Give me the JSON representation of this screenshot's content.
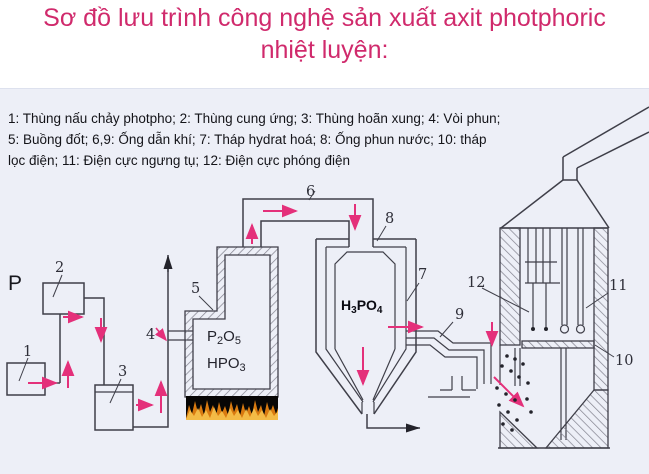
{
  "title": {
    "line1": "Sơ đồ lưu trình công nghệ sản xuất axit photphoric",
    "line2": "nhiệt luyện:"
  },
  "legend": {
    "line1": "1: Thùng nấu chảy photpho; 2: Thùng cung ứng; 3: Thùng hoãn xung; 4: Vòi phun;",
    "line2": "5: Buồng đốt; 6,9: Ống dẫn khí; 7: Tháp hydrat hoá; 8: Ống phun nước; 10: tháp",
    "line3": "lọc điện; 11: Điện cực ngưng tụ; 12: Điện cực phóng điện"
  },
  "diagram": {
    "input_label": "P",
    "markers": {
      "n1": "1",
      "n2": "2",
      "n3": "3",
      "n4": "4",
      "n5": "5",
      "n6": "6",
      "n7": "7",
      "n8": "8",
      "n9": "9",
      "n10": "10",
      "n11": "11",
      "n12": "12"
    },
    "formulas": {
      "p2o5": {
        "s1": "P",
        "s2": "2",
        "s3": "O",
        "s4": "5"
      },
      "hpo3": {
        "s1": "HPO",
        "s2": "3"
      },
      "h3po4": {
        "s1": "H",
        "s2": "3",
        "s3": "PO",
        "s4": "4"
      }
    }
  },
  "colors": {
    "title_text": "#d02a6c",
    "flow_arrow": "#e4307a",
    "diagram_line": "#3f3f49",
    "panel_background": "#edeff7",
    "fire_orange": "#e8941f"
  }
}
